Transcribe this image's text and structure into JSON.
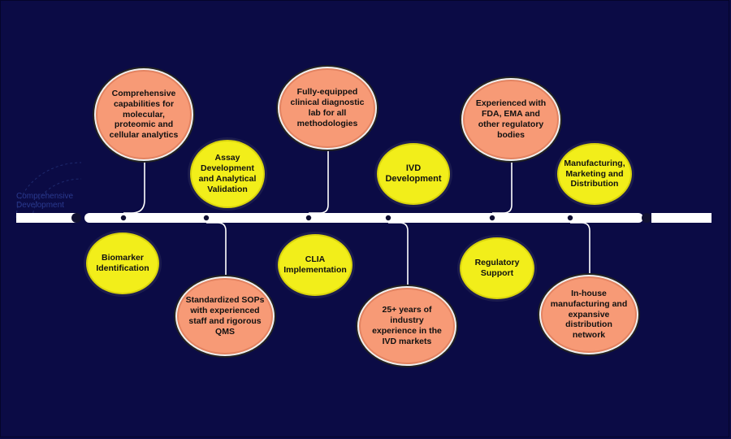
{
  "colors": {
    "background": "#0b0b45",
    "timeline": "#ffffff",
    "yellow_node": "#f2ee1a",
    "salmon_node": "#f79a76",
    "connector": "#ffffff"
  },
  "nodes": [
    {
      "label": "Comprehensive capabilities for molecular, proteomic and cellular analytics",
      "color": "salmon",
      "position": "above"
    },
    {
      "label": "Assay Development and Analytical Validation",
      "color": "yellow",
      "position": "above"
    },
    {
      "label": "Fully-equipped clinical diagnostic lab for all methodologies",
      "color": "salmon",
      "position": "above"
    },
    {
      "label": "IVD Development",
      "color": "yellow",
      "position": "above"
    },
    {
      "label": "Experienced with FDA, EMA and other regulatory bodies",
      "color": "salmon",
      "position": "above"
    },
    {
      "label": "Manufacturing, Marketing and Distribution",
      "color": "yellow",
      "position": "above"
    },
    {
      "label": "Biomarker Identification",
      "color": "yellow",
      "position": "below"
    },
    {
      "label": "Standardized SOPs with experienced staff and rigorous QMS",
      "color": "salmon",
      "position": "below"
    },
    {
      "label": "CLIA Implementation",
      "color": "yellow",
      "position": "below"
    },
    {
      "label": "25+ years of industry experience in the IVD markets",
      "color": "salmon",
      "position": "below"
    },
    {
      "label": "Regulatory Support",
      "color": "yellow",
      "position": "below"
    },
    {
      "label": "In-house manufacturing and expansive distribution network",
      "color": "salmon",
      "position": "below"
    }
  ],
  "faint_label": {
    "line1": "Comprehensive",
    "line2": "Development"
  }
}
